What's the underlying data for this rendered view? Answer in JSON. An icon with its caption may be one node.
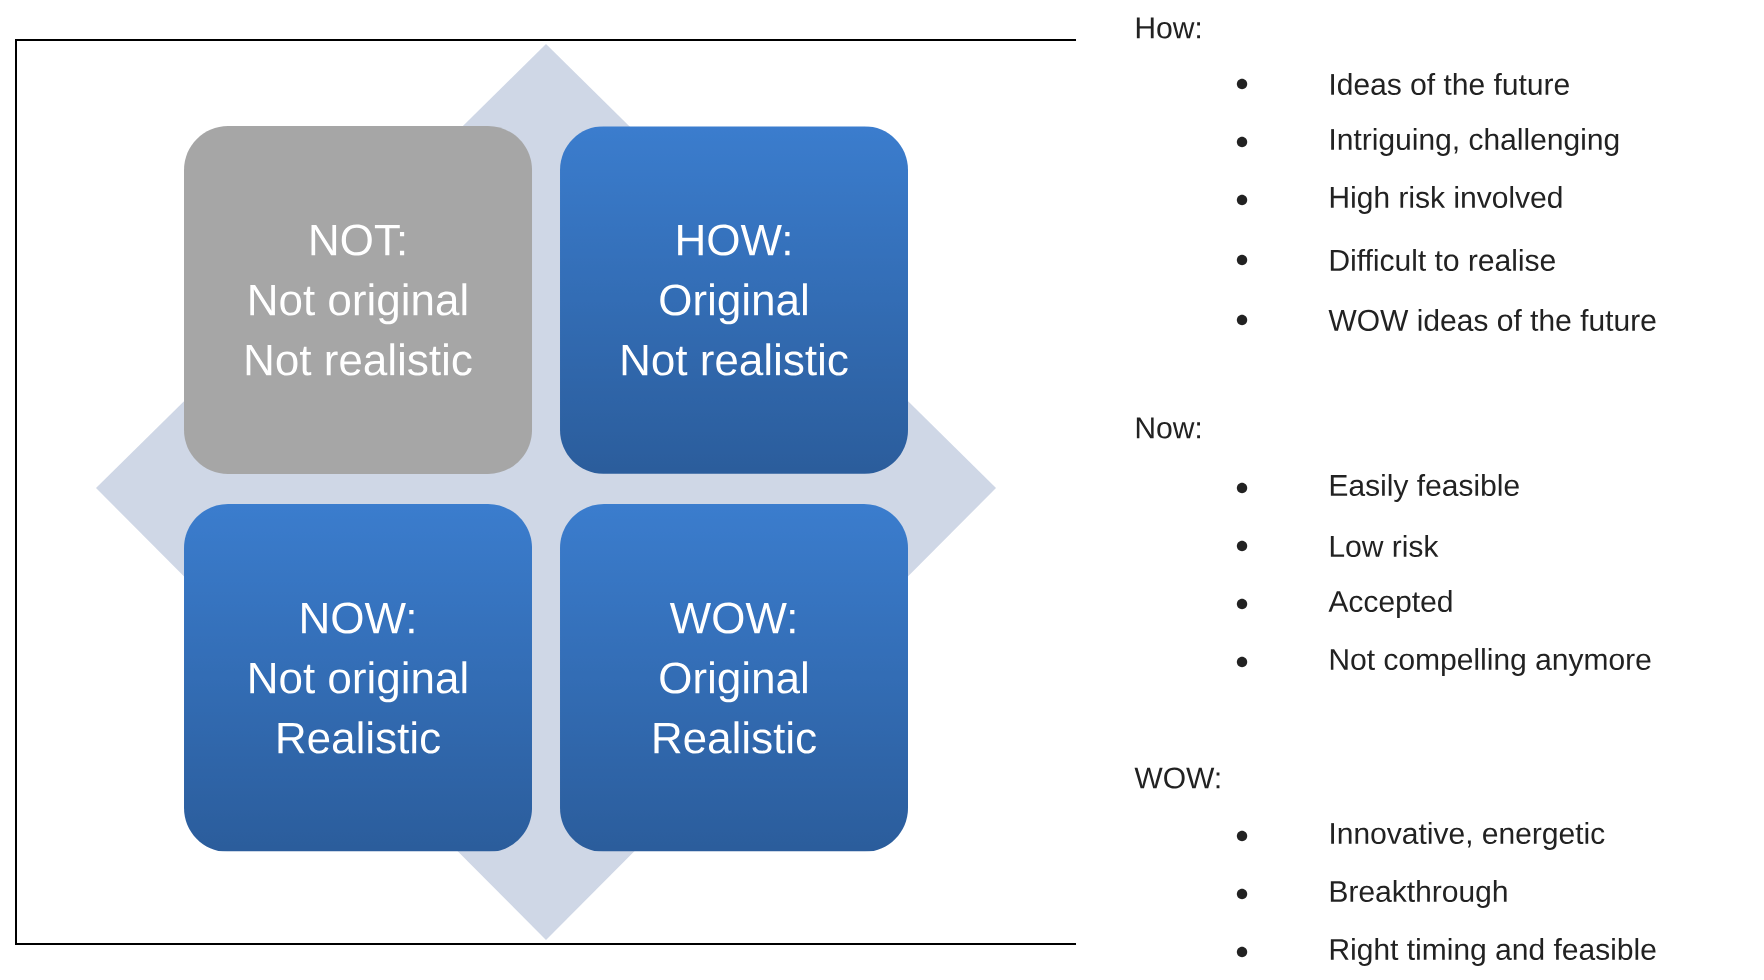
{
  "diagram": {
    "nodes": [
      {
        "text": [
          "NOT:",
          "Not original",
          "Not realistic"
        ]
      },
      {
        "text": [
          "HOW:",
          "Original",
          "Not realistic"
        ]
      },
      {
        "text": [
          "NOW:",
          "Not original",
          "Realistic"
        ]
      },
      {
        "text": [
          "WOW:",
          "Original",
          "Realistic"
        ]
      }
    ],
    "labels": [
      "How:",
      "Ideas of the future",
      "Intriguing, challenging",
      "High risk involved",
      "Difficult to realise",
      "WOW ideas of the future",
      "Now:",
      "Easily feasible",
      "Low risk",
      "Accepted",
      "Not compelling anymore",
      "WOW:",
      "Innovative, energetic",
      "Breakthrough",
      "Right timing and feasible"
    ]
  }
}
